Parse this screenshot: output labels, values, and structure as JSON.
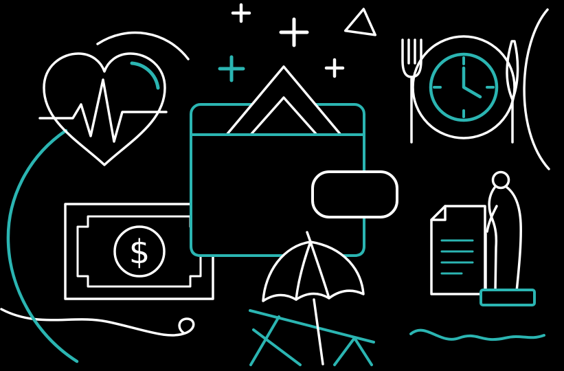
{
  "scene": {
    "description": "Black-background line-art illustration of benefits: health, money, wallet, meal time, retirement and vacation",
    "background": "#000000"
  },
  "colors": {
    "background": "#000000",
    "white": "#ffffff",
    "teal": "#2bb5b2"
  },
  "money": {
    "dollar_sign": "$"
  },
  "icons": [
    {
      "name": "heart-ekg-icon",
      "depicts": "heart outline with heartbeat line and teal accent arc"
    },
    {
      "name": "money-bill-icon",
      "depicts": "banknote with circled dollar sign"
    },
    {
      "name": "wallet-icon",
      "depicts": "teal wallet with cash peeking out and strap"
    },
    {
      "name": "sparkle-plus-icon",
      "depicts": "plus-shaped sparkles"
    },
    {
      "name": "sparkle-triangle-icon",
      "depicts": "small outlined triangle"
    },
    {
      "name": "meal-plate-clock-icon",
      "depicts": "plate with teal clock face, fork and knife"
    },
    {
      "name": "retirement-icon",
      "depicts": "document with teal text lines and elderly person with cane on teal base"
    },
    {
      "name": "vacation-icon",
      "depicts": "beach umbrella and teal lounge chair"
    },
    {
      "name": "decorative-swoosh",
      "depicts": "curved accent lines in white and teal"
    }
  ]
}
